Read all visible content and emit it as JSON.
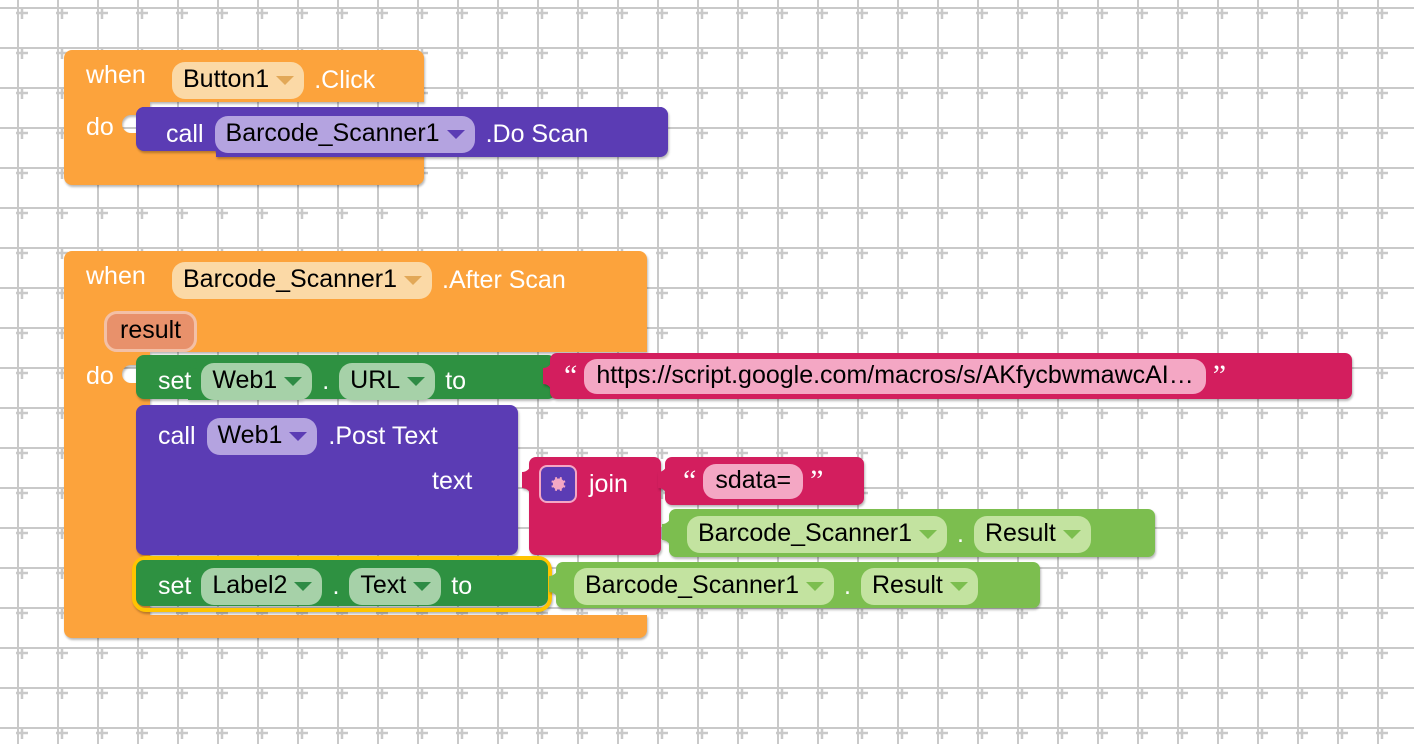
{
  "app": {
    "name": "MIT App Inventor Blocks Editor",
    "canvas_background": "#ffffff",
    "grid_color": "#c9c9c9"
  },
  "colors": {
    "event_orange": "#fca33c",
    "method_purple": "#5b3cb4",
    "setter_green": "#2e9141",
    "getter_green": "#7cbe4f",
    "text_magenta": "#d31e5e",
    "selection_highlight": "#ffc400",
    "param_chip": "#e8916b"
  },
  "blocks": {
    "event1": {
      "keyword_when": "when",
      "component": "Button1",
      "event": ".Click",
      "keyword_do": "do",
      "statement": {
        "keyword_call": "call",
        "component": "Barcode_Scanner1",
        "method": ".Do Scan"
      }
    },
    "event2": {
      "keyword_when": "when",
      "component": "Barcode_Scanner1",
      "event": ".After Scan",
      "parameter": "result",
      "keyword_do": "do",
      "row_set_url": {
        "keyword_set": "set",
        "component": "Web1",
        "property": "URL",
        "keyword_to": "to",
        "value_text": "https://script.google.com/macros/s/AKfycbwmawcAI…",
        "quote_open": "“",
        "quote_close": "”"
      },
      "row_post_text": {
        "keyword_call": "call",
        "component": "Web1",
        "method": ".Post Text",
        "socket_label": "text",
        "join": {
          "label": "join",
          "mutator_icon": "gear-icon",
          "arg1_text": "sdata=",
          "quote_open": "“",
          "quote_close": "”",
          "arg2_component": "Barcode_Scanner1",
          "arg2_property": "Result",
          "arg2_dot": "."
        }
      },
      "row_set_label": {
        "keyword_set": "set",
        "component": "Label2",
        "property": "Text",
        "keyword_to": "to",
        "selected": true,
        "value_component": "Barcode_Scanner1",
        "value_property": "Result",
        "value_dot": "."
      }
    }
  }
}
